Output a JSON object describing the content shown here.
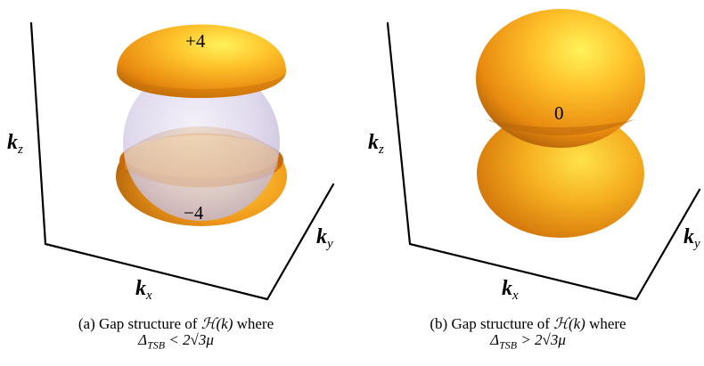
{
  "panels": [
    {
      "axes": {
        "kz": {
          "base": "k",
          "sub": "z"
        },
        "kx": {
          "base": "k",
          "sub": "x"
        },
        "ky": {
          "base": "k",
          "sub": "y"
        }
      },
      "labels": {
        "top": "+4",
        "bottom": "−4"
      },
      "caption": {
        "prefix": "(a) Gap structure of ",
        "math_h": "ℋ(k)",
        "suffix": " where",
        "condition": "ΔTSB < 2√3μ",
        "delta": "Δ",
        "delta_sub": "TSB",
        "relation": " < 2√3μ"
      },
      "colors": {
        "lobe": "#f5a623",
        "sphere": "#c9c0dd"
      }
    },
    {
      "axes": {
        "kz": {
          "base": "k",
          "sub": "z"
        },
        "kx": {
          "base": "k",
          "sub": "x"
        },
        "ky": {
          "base": "k",
          "sub": "y"
        }
      },
      "labels": {
        "center": "0"
      },
      "caption": {
        "prefix": "(b) Gap structure of ",
        "math_h": "ℋ(k)",
        "suffix": " where",
        "condition": "ΔTSB > 2√3μ",
        "delta": "Δ",
        "delta_sub": "TSB",
        "relation": " > 2√3μ"
      },
      "colors": {
        "lobe": "#f5a623"
      }
    }
  ]
}
